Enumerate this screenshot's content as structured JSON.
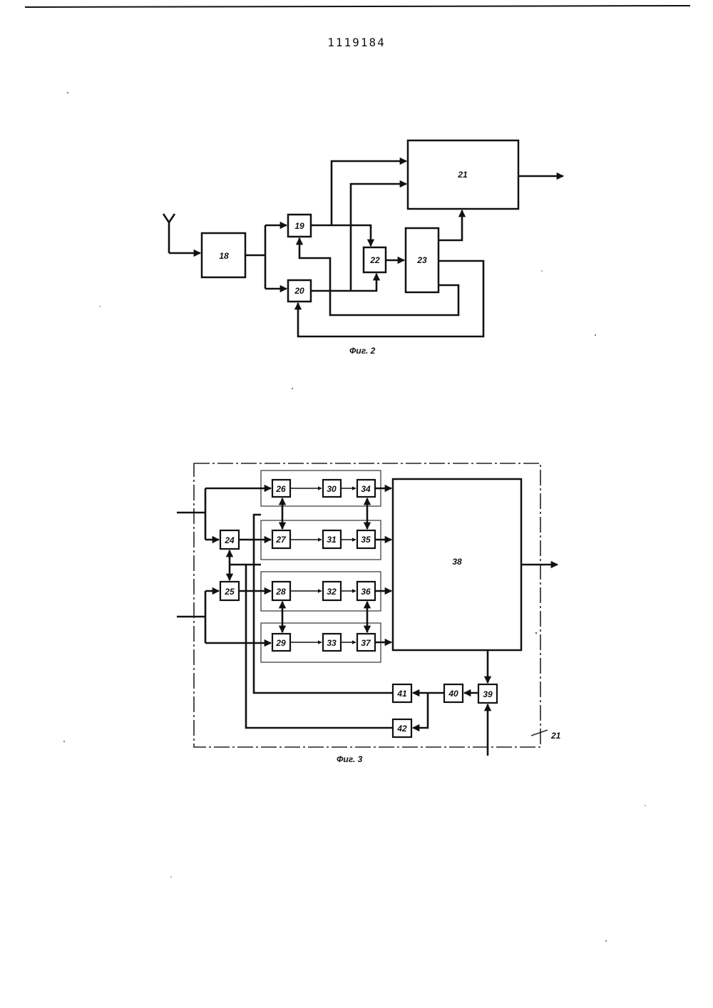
{
  "page_number": "1119184",
  "figure2": {
    "caption": "Фиг. 2",
    "blocks": {
      "b18": "18",
      "b19": "19",
      "b20": "20",
      "b21": "21",
      "b22": "22",
      "b23": "23"
    }
  },
  "figure3": {
    "caption": "Фиг. 3",
    "frame_label": "21",
    "blocks": {
      "b24": "24",
      "b25": "25",
      "b26": "26",
      "b27": "27",
      "b28": "28",
      "b29": "29",
      "b30": "30",
      "b31": "31",
      "b32": "32",
      "b33": "33",
      "b34": "34",
      "b35": "35",
      "b36": "36",
      "b37": "37",
      "b38": "38",
      "b39": "39",
      "b40": "40",
      "b41": "41",
      "b42": "42"
    }
  }
}
